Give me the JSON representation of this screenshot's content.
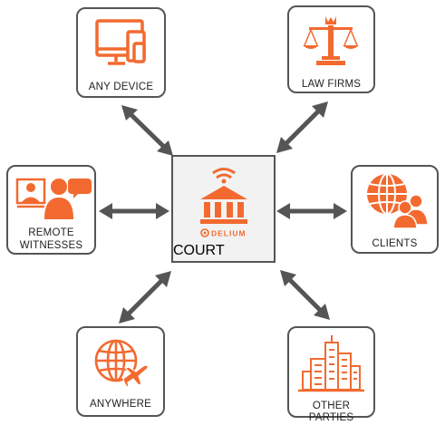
{
  "colors": {
    "accent": "#f26a30",
    "border": "#555555",
    "arrow": "#555555",
    "center_fill": "#f2f2f2"
  },
  "center": {
    "label": "COURT",
    "brand": "DELIUM",
    "icon": "courthouse-wifi-icon"
  },
  "nodes": [
    {
      "id": "any-device",
      "label": "ANY DEVICE",
      "icon": "devices-icon"
    },
    {
      "id": "law-firms",
      "label": "LAW FIRMS",
      "icon": "scales-of-justice-icon"
    },
    {
      "id": "remote-witnesses",
      "label_line1": "REMOTE",
      "label_line2": "WITNESSES",
      "icon": "video-call-people-icon"
    },
    {
      "id": "clients",
      "label": "CLIENTS",
      "icon": "globe-people-icon"
    },
    {
      "id": "anywhere",
      "label": "ANYWHERE",
      "icon": "globe-airplane-icon"
    },
    {
      "id": "other-parties",
      "label": "OTHER PARTIES",
      "icon": "city-buildings-icon"
    }
  ]
}
